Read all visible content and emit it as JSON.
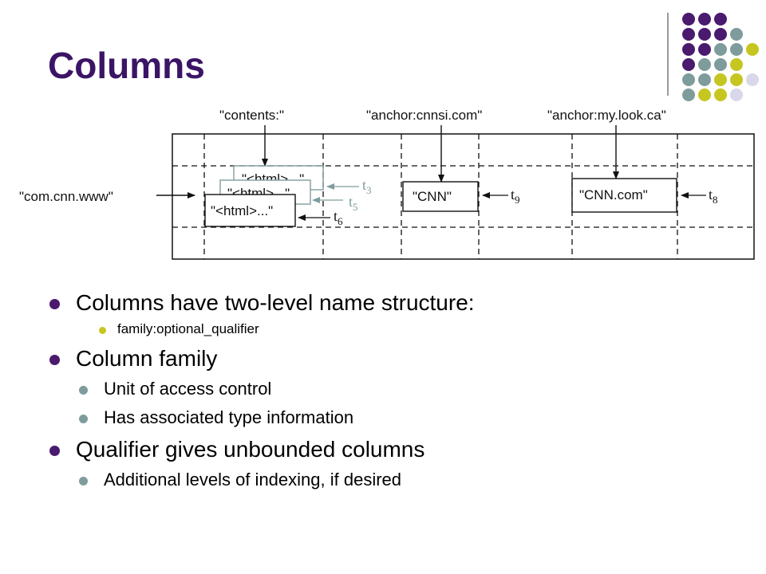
{
  "slide": {
    "title": "Columns"
  },
  "decoration": {
    "dot_colors": {
      "purple": "#4a1a6e",
      "teal": "#7f9c9c",
      "yellow": "#c6c620",
      "lavender": "#d8d8ea"
    }
  },
  "diagram": {
    "column_labels": [
      "\"contents:\"",
      "\"anchor:cnnsi.com\"",
      "\"anchor:my.look.ca\""
    ],
    "row_label": "\"com.cnn.www\"",
    "cells": {
      "html_t3": "\"<html>...\"",
      "html_t5": "\"<html>...\"",
      "html_t6": "\"<html>...\"",
      "cnn": "\"CNN\"",
      "cnn_com": "\"CNN.com\""
    },
    "timestamps": {
      "t3": {
        "base": "t",
        "sub": "3"
      },
      "t5": {
        "base": "t",
        "sub": "5"
      },
      "t6": {
        "base": "t",
        "sub": "6"
      },
      "t9": {
        "base": "t",
        "sub": "9"
      },
      "t8": {
        "base": "t",
        "sub": "8"
      }
    }
  },
  "bullets": {
    "b1": "Columns have two-level name structure:",
    "b1_sub1": "family:optional_qualifier",
    "b2": "Column family",
    "b2_sub1": "Unit of access control",
    "b2_sub2": "Has associated type information",
    "b3": "Qualifier gives unbounded columns",
    "b3_sub1": "Additional levels of indexing, if desired"
  }
}
